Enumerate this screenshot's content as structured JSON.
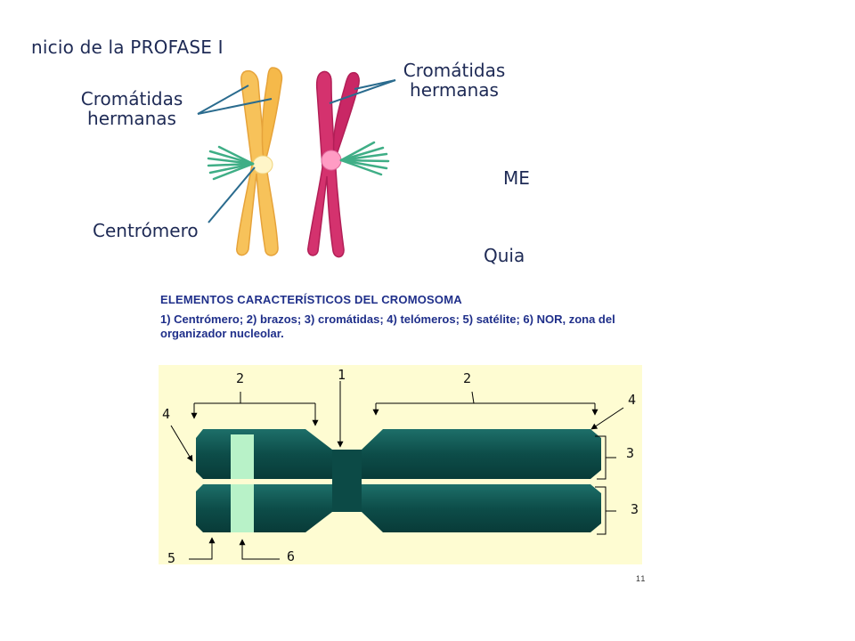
{
  "top_diagram": {
    "title": "nicio de la PROFASE I",
    "label_left_line1": "Cromátidas",
    "label_left_line2": "hermanas",
    "label_right_line1": "Cromátidas",
    "label_right_line2": "hermanas",
    "label_centromere": "Centrómero",
    "fragment_1": "ME",
    "fragment_2": "Quia",
    "colors": {
      "yellow": "#f7c25a",
      "magenta": "#d4326e",
      "spindle": "#3fae86",
      "label": "#1e2a55"
    }
  },
  "bottom_diagram": {
    "heading": "ELEMENTOS CARACTERÍSTICOS DEL CROMOSOMA",
    "description": "1) Centrómero; 2) brazos; 3) cromátidas; 4) telómeros; 5) satélite; 6) NOR, zona del organizador nucleolar.",
    "numbers": {
      "n1": "1",
      "n2a": "2",
      "n2b": "2",
      "n3a": "3",
      "n3b": "3",
      "n4a": "4",
      "n4b": "4",
      "n5": "5",
      "n6": "6"
    },
    "colors": {
      "background": "#fefcd2",
      "chromosome": "#0f5a55",
      "band": "#b8f2c8"
    }
  },
  "page_number": "11"
}
